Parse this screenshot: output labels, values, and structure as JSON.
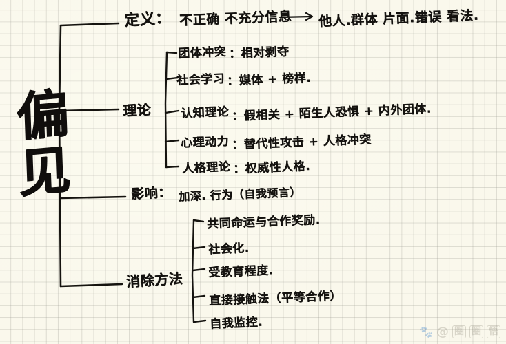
{
  "document": {
    "type": "handwritten-mind-map",
    "root_label": "偏见",
    "paper": {
      "background_color": "#faf8ec",
      "grid_color": "#96968c",
      "ink_color": "#14120f"
    }
  },
  "branches": [
    {
      "id": "definition",
      "label": "定义：",
      "content": "不正确 不充分信息",
      "arrow": "⟶",
      "result": "他人.群体  片面.错误 看法."
    },
    {
      "id": "theory",
      "label": "理论",
      "items": [
        {
          "term": "团体冲突",
          "detail": "：相对剥夺"
        },
        {
          "term": "社会学习",
          "detail": "：媒体 + 榜样."
        },
        {
          "term": "认知理论",
          "detail": "：假相关 + 陌生人恐惧 + 内外团体."
        },
        {
          "term": "心理动力",
          "detail": "：替代性攻击 + 人格冲突"
        },
        {
          "term": "人格理论",
          "detail": "：权威性人格."
        }
      ]
    },
    {
      "id": "influence",
      "label": "影响：",
      "content": "加深.  行为（自我预言）"
    },
    {
      "id": "elimination",
      "label": "消除方法",
      "items": [
        {
          "term": "共同命运与合作奖励."
        },
        {
          "term": "社会化."
        },
        {
          "term": "受教育程度."
        },
        {
          "term": "直接接触法（平等合作）"
        },
        {
          "term": "自我监控."
        }
      ]
    }
  ],
  "watermark": {
    "paw_icon": "paw-icon",
    "at_symbol": "@",
    "chars": [
      "圈",
      "圈",
      "悟"
    ]
  }
}
